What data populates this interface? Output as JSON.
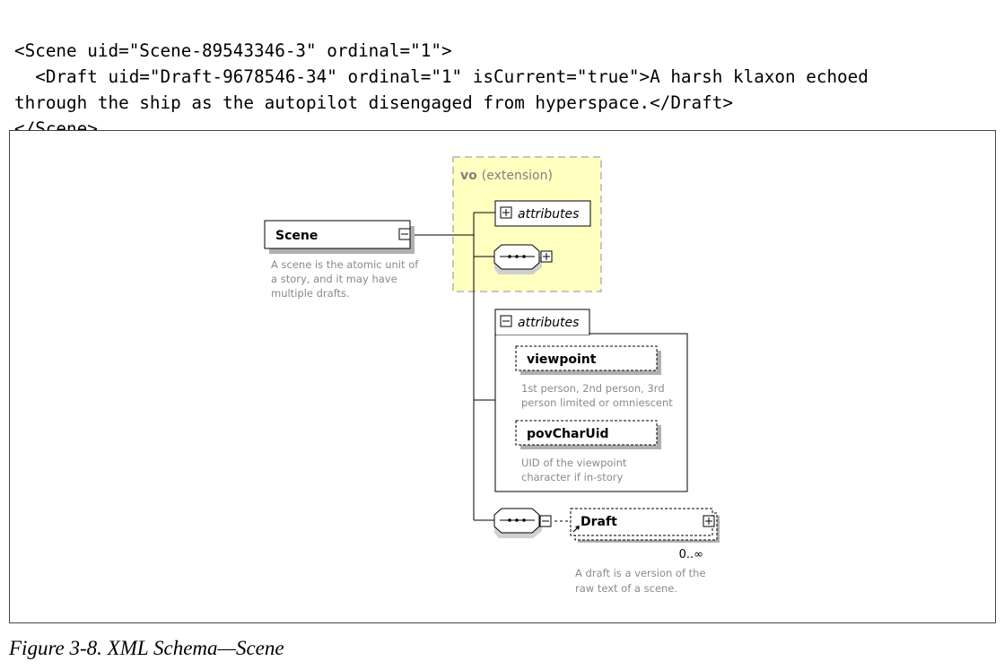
{
  "code_sample": {
    "line1": "<Scene uid=\"Scene-89543346-3\" ordinal=\"1\">",
    "line2": "  <Draft uid=\"Draft-9678546-34\" ordinal=\"1\" isCurrent=\"true\">A harsh klaxon echoed",
    "line3": "through the ship as the autopilot disengaged from hyperspace.</Draft>",
    "line4": "</Scene>"
  },
  "diagram": {
    "scene": {
      "label": "Scene",
      "doc_line1": "A scene is the atomic unit of",
      "doc_line2": "a story, and it may have",
      "doc_line3": "multiple drafts."
    },
    "extension": {
      "prefix": "vo",
      "suffix": "(extension)",
      "attributes_label": "attributes"
    },
    "attributes_group": {
      "label": "attributes",
      "viewpoint": {
        "label": "viewpoint",
        "doc_line1": "1st person, 2nd person, 3rd",
        "doc_line2": "person limited or omniescent"
      },
      "povCharUid": {
        "label": "povCharUid",
        "doc_line1": "UID of the viewpoint",
        "doc_line2": "character if in-story"
      }
    },
    "draft": {
      "label": "Draft",
      "cardinality": "0..∞",
      "doc_line1": "A draft is a version of the",
      "doc_line2": "raw text of a scene."
    }
  },
  "caption": "Figure 3-8. XML Schema—Scene",
  "colors": {
    "extension_fill": "#ffffc0",
    "extension_border": "#b0b0b0",
    "doc_text": "#8a8a8a",
    "line": "#000000"
  }
}
